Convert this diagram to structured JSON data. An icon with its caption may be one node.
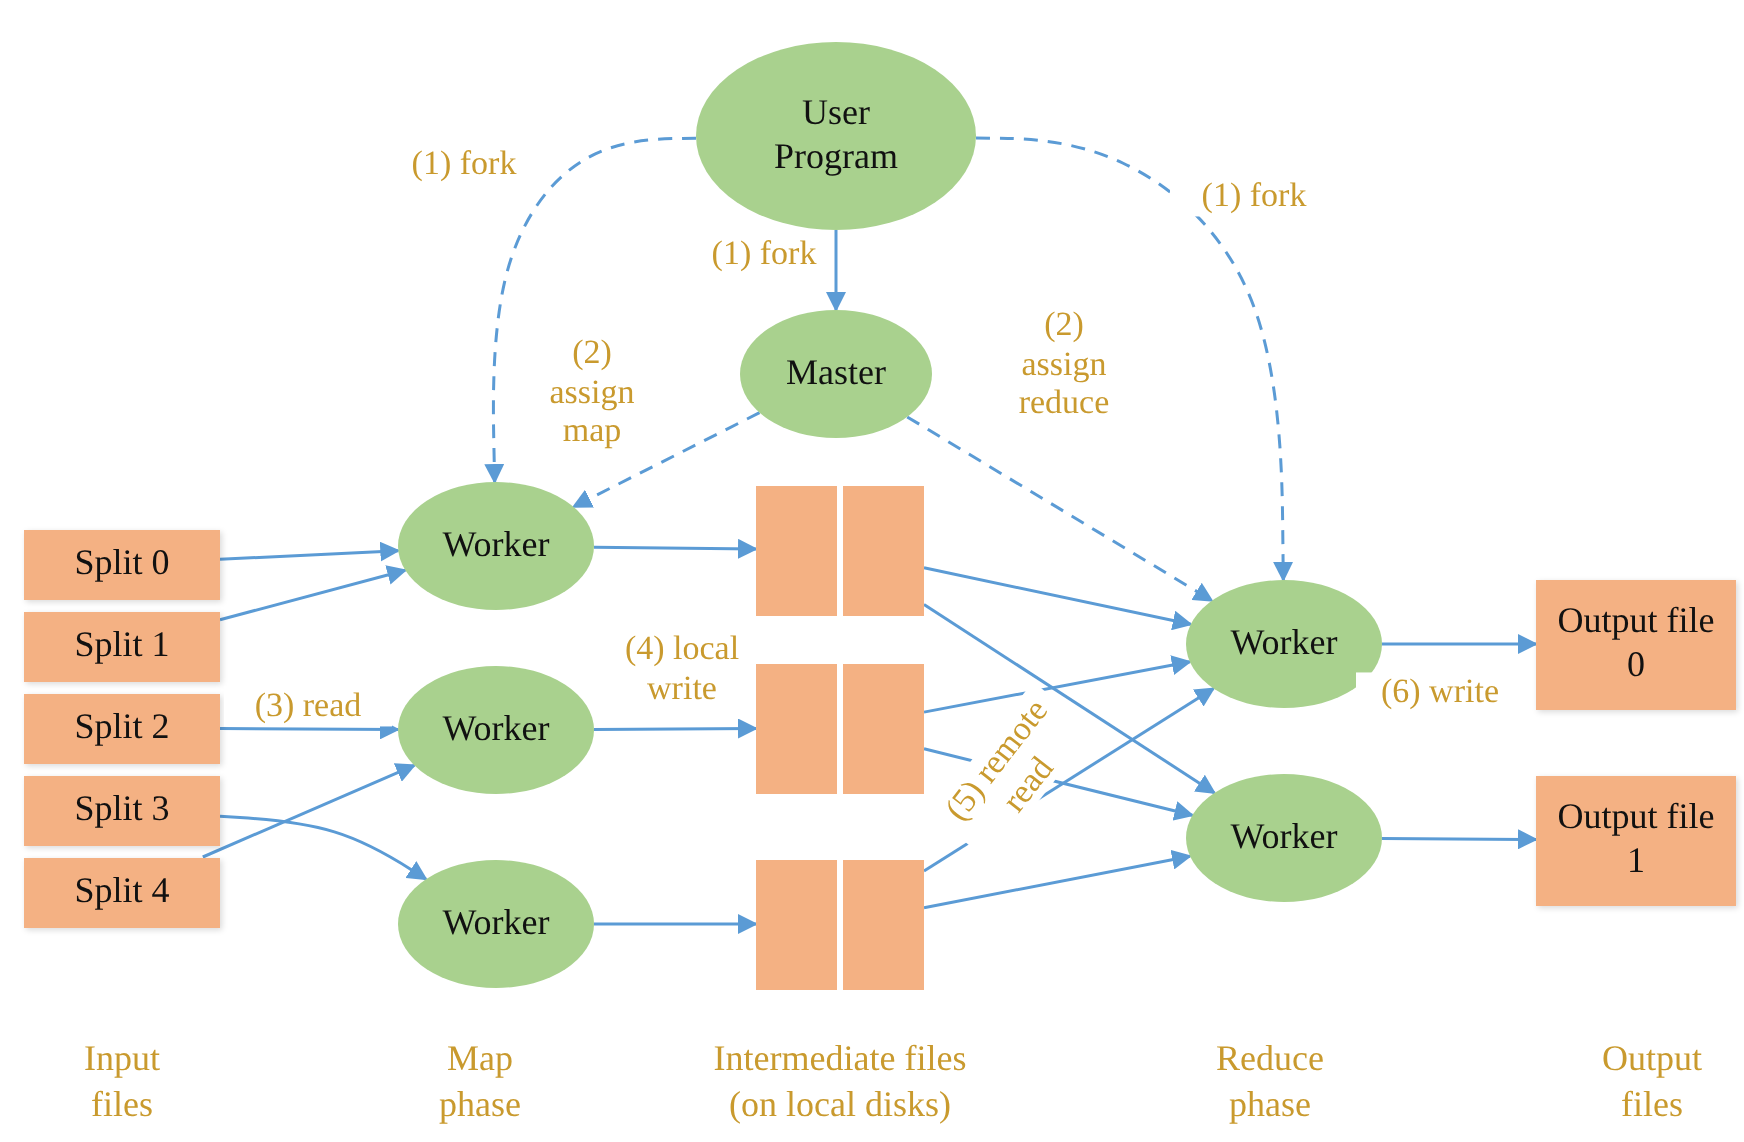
{
  "diagram": {
    "nodes": [
      {
        "text": [
          "User Program"
        ]
      },
      {
        "text": [
          "Master"
        ]
      },
      {
        "text": [
          "Split 0"
        ]
      },
      {
        "text": [
          "Split 1"
        ]
      },
      {
        "text": [
          "Split 2"
        ]
      },
      {
        "text": [
          "Split 3"
        ]
      },
      {
        "text": [
          "Split 4"
        ]
      },
      {
        "text": [
          "Worker"
        ]
      },
      {
        "text": [
          "Worker"
        ]
      },
      {
        "text": [
          "Worker"
        ]
      },
      {
        "text": [],
        "shape": "box"
      },
      {
        "text": [],
        "shape": "box"
      },
      {
        "text": [],
        "shape": "box"
      },
      {
        "text": [
          "Worker"
        ]
      },
      {
        "text": [
          "Worker"
        ]
      },
      {
        "text": [
          "Output file 0"
        ]
      },
      {
        "text": [
          "Output file 1"
        ]
      }
    ],
    "edges": [
      {
        "from": 0,
        "to": 7,
        "arrow": "to",
        "label": "(1) fork",
        "style": "dashed"
      },
      {
        "from": 0,
        "to": 1,
        "arrow": "to",
        "label": "(1) fork"
      },
      {
        "from": 0,
        "to": 13,
        "arrow": "to",
        "label": "(1) fork",
        "style": "dashed"
      },
      {
        "from": 1,
        "to": 7,
        "arrow": "to",
        "label": "(2) assign map",
        "style": "dashed"
      },
      {
        "from": 1,
        "to": 13,
        "arrow": "to",
        "label": "(2) assign reduce",
        "style": "dashed"
      },
      {
        "from": 2,
        "to": 7,
        "arrow": "to"
      },
      {
        "from": 3,
        "to": 7,
        "arrow": "to"
      },
      {
        "from": 4,
        "to": 8,
        "arrow": "to",
        "label": "(3) read"
      },
      {
        "from": 5,
        "to": 9,
        "arrow": "to"
      },
      {
        "from": 6,
        "to": 8,
        "arrow": "to"
      },
      {
        "from": 7,
        "to": 10,
        "arrow": "to"
      },
      {
        "from": 8,
        "to": 11,
        "arrow": "to",
        "label": "(4) local write"
      },
      {
        "from": 9,
        "to": 12,
        "arrow": "to"
      },
      {
        "from": 10,
        "to": 13,
        "arrow": "to"
      },
      {
        "from": 10,
        "to": 14,
        "arrow": "to"
      },
      {
        "from": 11,
        "to": 13,
        "arrow": "to"
      },
      {
        "from": 11,
        "to": 14,
        "arrow": "to",
        "label": "(5) remote read"
      },
      {
        "from": 12,
        "to": 13,
        "arrow": "to"
      },
      {
        "from": 12,
        "to": 14,
        "arrow": "to"
      },
      {
        "from": 13,
        "to": 15,
        "arrow": "to",
        "label": "(6) write"
      },
      {
        "from": 14,
        "to": 16,
        "arrow": "to"
      }
    ],
    "labels": [
      "Input files",
      "Map phase",
      "Intermediate files (on local disks)",
      "Reduce phase",
      "Output files"
    ]
  }
}
